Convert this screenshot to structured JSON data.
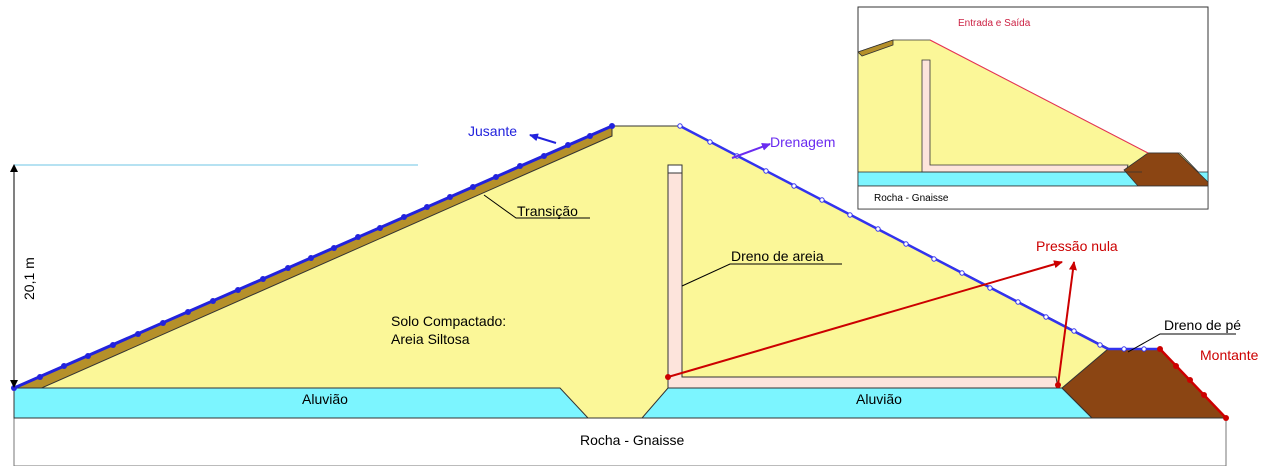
{
  "labels": {
    "jusante": "Jusante",
    "drenagem": "Drenagem",
    "transicao": "Transição",
    "dreno_areia": "Dreno de areia",
    "pressao_nula": "Pressão nula",
    "solo_line1": "Solo Compactado:",
    "solo_line2": "Areia Siltosa",
    "dreno_pe": "Dreno de pé",
    "montante": "Montante",
    "aluviao_left": "Aluvião",
    "aluviao_right": "Aluvião",
    "rocha": "Rocha - Gnaisse",
    "height": "20,1 m"
  },
  "inset": {
    "entrada_saida": "Entrada e Saída",
    "rocha": "Rocha - Gnaisse"
  },
  "colors": {
    "fill_soil": "#fbf798",
    "fill_aluvio": "#7cf5ff",
    "fill_toe_drain": "#8b4513",
    "fill_transition": "#b5902a",
    "fill_sand_drain": "#fde4dc",
    "boundary_blue": "#2222dd",
    "boundary_red": "#cc0000"
  }
}
